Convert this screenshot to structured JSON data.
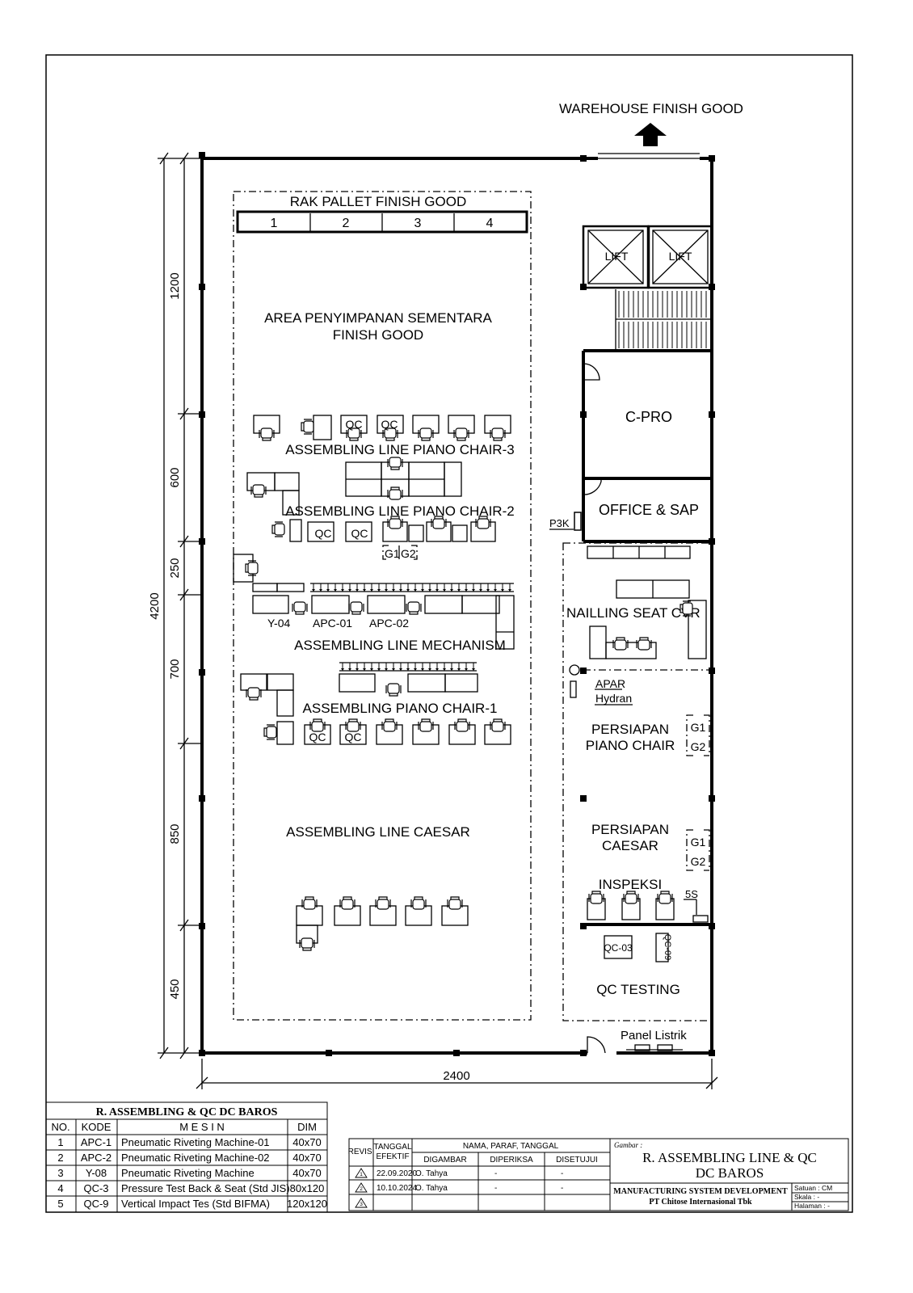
{
  "labels": {
    "warehouse": "WAREHOUSE FINISH GOOD",
    "rak": "RAK PALLET FINISH GOOD",
    "rak_slots": [
      "1",
      "2",
      "3",
      "4"
    ],
    "area_temp_1": "AREA PENYIMPANAN SEMENTARA",
    "area_temp_2": "FINISH GOOD",
    "lift": "LIFT",
    "cpro": "C-PRO",
    "office": "OFFICE & SAP",
    "p3k": "P3K",
    "line_pc3": "ASSEMBLING LINE PIANO CHAIR-3",
    "line_pc2": "ASSEMBLING LINE PIANO CHAIR-2",
    "line_mech": "ASSEMBLING LINE MECHANISM",
    "line_pc1": "ASSEMBLING PIANO CHAIR-1",
    "line_caesar": "ASSEMBLING LINE CAESAR",
    "qc": "QC",
    "g1": "G1",
    "g2": "G2",
    "y04": "Y-04",
    "apc01": "APC-01",
    "apc02": "APC-02",
    "nailling": "NAILLING SEAT CVR",
    "apar": "APAR",
    "hydran": "Hydran",
    "persiapan_pc_1": "PERSIAPAN",
    "persiapan_pc_2": "PIANO CHAIR",
    "persiapan_caesar_1": "PERSIAPAN",
    "persiapan_caesar_2": "CAESAR",
    "inspeksi": "INSPEKSI",
    "fives": "5S",
    "qc03": "QC-03",
    "qc09": "QC-09",
    "qc_testing": "QC TESTING",
    "panel": "Panel Listrik"
  },
  "dimensions": {
    "total_height": "4200",
    "segments": [
      "1200",
      "600",
      "250",
      "700",
      "850",
      "450"
    ],
    "width": "2400"
  },
  "machine_table": {
    "title": "R. ASSEMBLING & QC DC BAROS",
    "headers": [
      "NO.",
      "KODE",
      "M E S I N",
      "DIM"
    ],
    "rows": [
      [
        "1",
        "APC-1",
        "Pneumatic Riveting Machine-01",
        "40x70"
      ],
      [
        "2",
        "APC-2",
        "Pneumatic Riveting Machine-02",
        "40x70"
      ],
      [
        "3",
        "Y-08",
        "Pneumatic Riveting Machine",
        "40x70"
      ],
      [
        "4",
        "QC-3",
        "Pressure Test Back & Seat (Std JIS)",
        "80x120"
      ],
      [
        "5",
        "QC-9",
        "Vertical Impact Tes (Std BIFMA)",
        "120x120"
      ]
    ]
  },
  "title_block": {
    "revisi": "REVISI",
    "tanggal_1": "TANGGAL",
    "tanggal_2": "EFEKTIF",
    "nama": "NAMA, PARAF, TANGGAL",
    "digambar": "DIGAMBAR",
    "diperiksa": "DIPERIKSA",
    "disetujui": "DISETUJUI",
    "rows": [
      {
        "rev": "1",
        "date": "22.09.2020",
        "by": "O. Tahya",
        "p": "-",
        "s": "-"
      },
      {
        "rev": "2",
        "date": "10.10.2024",
        "by": "O. Tahya",
        "p": "-",
        "s": "-"
      },
      {
        "rev": "3",
        "date": "",
        "by": "",
        "p": "",
        "s": ""
      }
    ],
    "gambar_label": "Gambar :",
    "gambar_1": "R. ASSEMBLING LINE & QC",
    "gambar_2": "DC BAROS",
    "dept": "MANUFACTURING SYSTEM DEVELOPMENT",
    "company": "PT Chitose Internasional Tbk",
    "satuan": "Satuan  : CM",
    "skala": "Skala    : -",
    "halaman": "Halaman : -"
  }
}
